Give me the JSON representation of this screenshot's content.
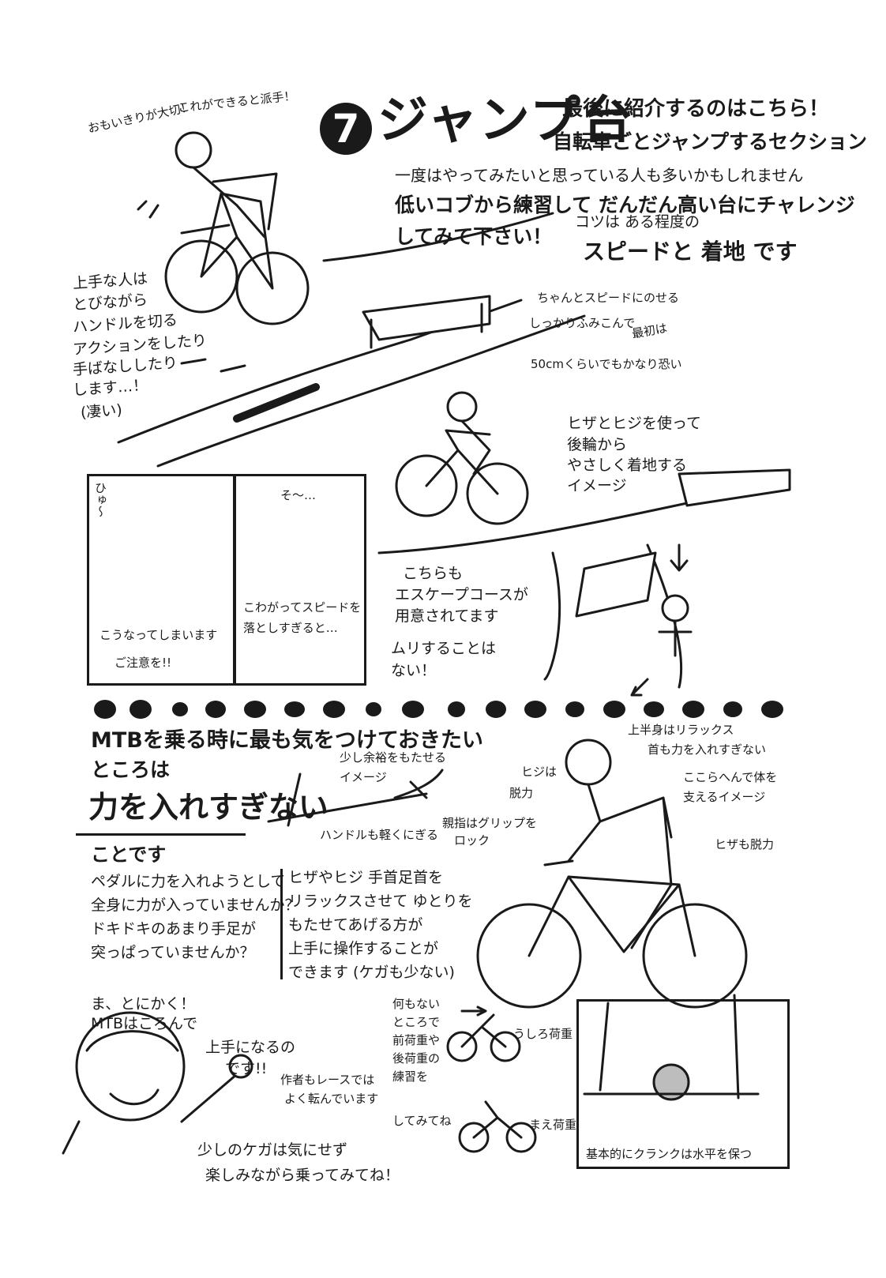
{
  "header": {
    "badge_number": "7",
    "title": "ジャンプ台",
    "note_top_left_1": "おもいきりが大切！",
    "note_top_left_2": "これができると派手！"
  },
  "intro": {
    "line1": "最後に紹介するのはこちら！",
    "line2": "自転車ごとジャンプするセクション",
    "line3": "一度はやってみたいと思っている人も多いかもしれません",
    "line4": "低いコブから練習して だんだん高い台にチャレンジ",
    "line5": "してみて下さい！",
    "tip1": "コツは ある程度の",
    "tip2": "スピードと 着地 です"
  },
  "top_callouts": {
    "speed": "ちゃんとスピードにのせる",
    "pedal": "しっかりふみこんで",
    "first_label": "最初は",
    "height": "50cmくらいでもかなり恐い"
  },
  "left_note": {
    "l1": "上手な人は",
    "l2": "とびながら",
    "l3": "ハンドルを切る",
    "l4": "アクションをしたり",
    "l5": "手ばなししたり",
    "l6": "します…！",
    "l7": "(凄い)"
  },
  "landing_note": {
    "l1": "ヒザとヒジを使って",
    "l2": "後輪から",
    "l3": "やさしく着地する",
    "l4": "イメージ"
  },
  "escape_note": {
    "l1": "こちらも",
    "l2": "エスケープコースが",
    "l3": "用意されてます",
    "l4": "ムリすることは",
    "l5": "ない！"
  },
  "panels": {
    "p1_sfx": "ひゅ〜",
    "p1_caption1": "こうなってしまいます",
    "p1_caption2": "ご注意を!!",
    "p2_sfx": "そ〜…",
    "p2_caption1": "こわがってスピードを",
    "p2_caption2": "落としすぎると…"
  },
  "section2": {
    "heading": "MTBを乗る時に最も気をつけておきたい",
    "heading2": "ところは",
    "key": "力を入れすぎない",
    "tail": "ことです",
    "q1": "ペダルに力を入れようとして",
    "q2": "全身に力が入っていませんか？",
    "q3": "ドキドキのあまり手足が",
    "q4": "突っぱっていませんか？",
    "a1": "ヒザやヒジ 手首足首を",
    "a2": "リラックスさせて ゆとりを",
    "a3": "もたせてあげる方が",
    "a4": "上手に操作することが",
    "a5": "できます (ケガも少ない)",
    "hand1": "少し余裕をもたせる",
    "hand2": "イメージ",
    "hand3": "ハンドルも軽くにぎる",
    "hand4": "親指はグリップを",
    "hand5": "ロック",
    "body1": "上半身はリラックス",
    "body2": "首も力を入れすぎない",
    "body3": "ヒジは",
    "body4": "脱力",
    "body5": "ここらへんで体を",
    "body6": "支えるイメージ",
    "body7": "ヒザも脱力"
  },
  "bottom": {
    "b1": "ま、とにかく！",
    "b2": "MTBはころんで",
    "b3": "上手になるの",
    "b4": "です!!",
    "b5": "作者もレースでは",
    "b6": "よく転んでいます",
    "b7": "少しのケガは気にせず",
    "b8": "楽しみながら乗ってみてね！",
    "prac1": "何もない",
    "prac2": "ところで",
    "prac3": "前荷重や",
    "prac4": "後荷重の",
    "prac5": "練習を",
    "prac6": "してみてね",
    "rear": "うしろ荷重",
    "front": "まえ荷重",
    "crank": "基本的にクランクは水平を保つ"
  }
}
